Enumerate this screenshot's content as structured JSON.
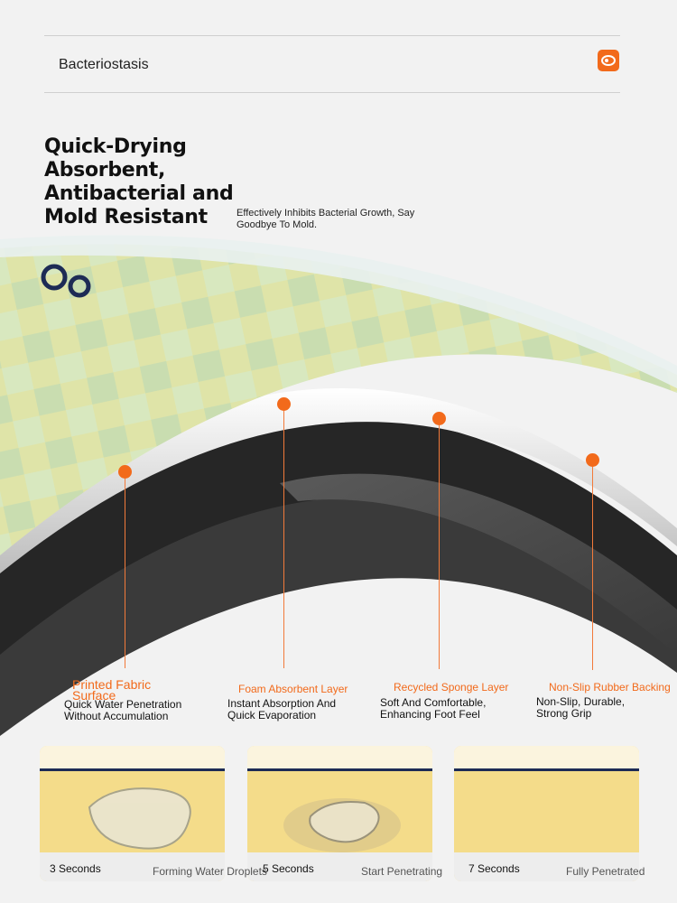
{
  "header": {
    "title": "Bacteriostasis",
    "icon": "shield-badge-icon"
  },
  "headline": {
    "lines": [
      "Quick-Drying",
      "Absorbent,",
      "Antibacterial and",
      "Mold Resistant"
    ],
    "subtitle_line1": "Effectively Inhibits Bacterial Growth, Say",
    "subtitle_line2": "Goodbye To Mold."
  },
  "layers": [
    {
      "title_line1": "Printed Fabric",
      "title_line2": "Surface",
      "desc_line1": "Quick Water Penetration",
      "desc_line2": "Without Accumulation"
    },
    {
      "title_line1": "Foam Absorbent Layer",
      "desc_line1": "Instant Absorption And",
      "desc_line2": "Quick Evaporation"
    },
    {
      "title_line1": "Recycled Sponge Layer",
      "desc_line1": "Soft And Comfortable,",
      "desc_line2": "Enhancing Foot Feel"
    },
    {
      "title_line1": "Non-Slip Rubber Backing",
      "desc_line1": "Non-Slip, Durable,",
      "desc_line2": "Strong Grip"
    }
  ],
  "demos": [
    {
      "time": "3 Seconds",
      "caption": "Forming Water Droplets"
    },
    {
      "time": "5 Seconds",
      "caption": "Start Penetrating"
    },
    {
      "time": "7 Seconds",
      "caption": "Fully Penetrated"
    }
  ],
  "colors": {
    "accent": "#f26a1b",
    "background": "#f2f2f2",
    "mat_surface": "#dfe3a8",
    "mat_foam": "#2b2b2b",
    "card_yellow": "#f4dc8a"
  }
}
